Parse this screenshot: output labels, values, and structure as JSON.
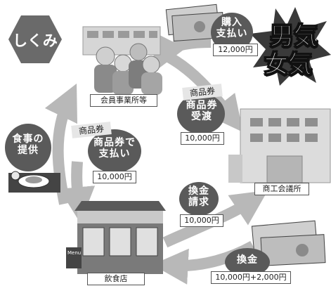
{
  "title": "しくみ",
  "nodes": {
    "members": "会員事業所等",
    "chamber": "商工会議所",
    "restaurant": "飲食店",
    "shop_sign": "Menu"
  },
  "flows": {
    "purchase": {
      "label": "購入\n支払い",
      "amount": "12,000円"
    },
    "hand_over": {
      "tag": "商品券",
      "label": "商品券\n受渡",
      "amount": "10,000円"
    },
    "pay_with_voucher": {
      "tag": "商品券",
      "label": "商品券で\n支払い",
      "amount": "10,000円"
    },
    "redeem_request": {
      "label": "換金\n請求",
      "amount": "10,000円"
    },
    "redeem": {
      "label": "換金",
      "amount": "10,000円+2,000円"
    }
  },
  "food_service": "食事の\n提供",
  "slogan": [
    "男気",
    "女気"
  ],
  "colors": {
    "dark": "#5a5a5a",
    "arrow": "#b8b8b8",
    "hex": "#6a6a6a"
  }
}
